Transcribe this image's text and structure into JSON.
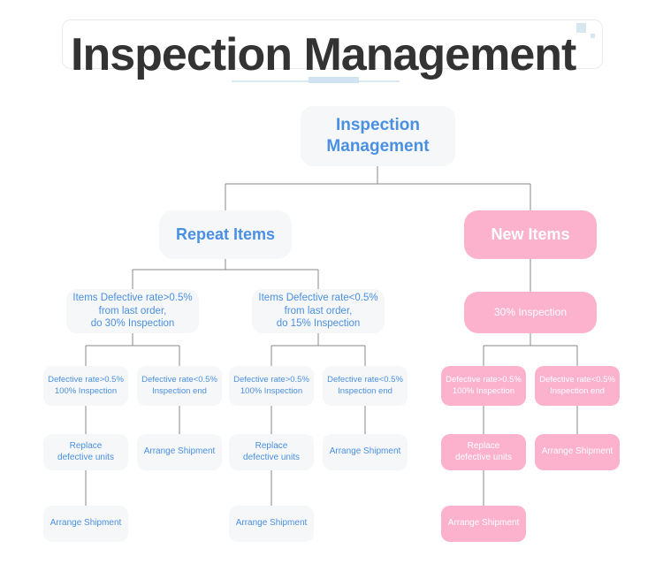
{
  "header": {
    "title": "Inspection Management",
    "decor": {
      "square_large": "decor-square",
      "square_small": "decor-square",
      "accent_color": "#d6e7f0"
    }
  },
  "theme": {
    "blue_node_bg": "#f6f7f8",
    "blue_node_text": "#4a90e2",
    "pink_node_bg": "#fcb1cc",
    "pink_node_text": "#ffffff",
    "connector_color": "#888888",
    "page_bg": "#ffffff"
  },
  "diagram": {
    "root": {
      "label": "Inspection\nManagement",
      "style": "blue"
    },
    "branches": [
      {
        "id": "repeat-items",
        "label": "Repeat Items",
        "style": "blue",
        "children": [
          {
            "id": "repeat-high-rate",
            "label": "Items Defective rate>0.5%\nfrom last order,\ndo 30% Inspection",
            "style": "blue",
            "children": [
              {
                "id": "repeat-high-defective-gt",
                "label": "Defective rate>0.5%\n100% Inspection",
                "style": "blue",
                "children": [
                  {
                    "id": "repeat-high-replace",
                    "label": "Replace\ndefective units",
                    "style": "blue",
                    "children": [
                      {
                        "id": "repeat-high-arrange",
                        "label": "Arrange Shipment",
                        "style": "blue"
                      }
                    ]
                  }
                ]
              },
              {
                "id": "repeat-high-defective-lt",
                "label": "Defective rate<0.5%\nInspection end",
                "style": "blue",
                "children": [
                  {
                    "id": "repeat-high-arrange-2",
                    "label": "Arrange Shipment",
                    "style": "blue"
                  }
                ]
              }
            ]
          },
          {
            "id": "repeat-low-rate",
            "label": "Items Defective rate<0.5%\nfrom last order,\ndo 15% Inspection",
            "style": "blue",
            "children": [
              {
                "id": "repeat-low-defective-gt",
                "label": "Defective rate>0.5%\n100% Inspection",
                "style": "blue",
                "children": [
                  {
                    "id": "repeat-low-replace",
                    "label": "Replace\ndefective units",
                    "style": "blue",
                    "children": [
                      {
                        "id": "repeat-low-arrange",
                        "label": "Arrange Shipment",
                        "style": "blue"
                      }
                    ]
                  }
                ]
              },
              {
                "id": "repeat-low-defective-lt",
                "label": "Defective rate<0.5%\nInspection end",
                "style": "blue",
                "children": [
                  {
                    "id": "repeat-low-arrange-2",
                    "label": "Arrange Shipment",
                    "style": "blue"
                  }
                ]
              }
            ]
          }
        ]
      },
      {
        "id": "new-items",
        "label": "New Items",
        "style": "pink",
        "children": [
          {
            "id": "new-30-inspection",
            "label": "30% Inspection",
            "style": "pink",
            "children": [
              {
                "id": "new-defective-gt",
                "label": "Defective rate>0.5%\n100% Inspection",
                "style": "pink",
                "children": [
                  {
                    "id": "new-replace",
                    "label": "Replace\ndefective units",
                    "style": "pink",
                    "children": [
                      {
                        "id": "new-arrange",
                        "label": "Arrange Shipment",
                        "style": "pink"
                      }
                    ]
                  }
                ]
              },
              {
                "id": "new-defective-lt",
                "label": "Defective rate<0.5%\nInspection end",
                "style": "pink",
                "children": [
                  {
                    "id": "new-arrange-2",
                    "label": "Arrange Shipment",
                    "style": "pink"
                  }
                ]
              }
            ]
          }
        ]
      }
    ],
    "nodes": {
      "root": "Inspection\nManagement",
      "repeat_items": "Repeat Items",
      "new_items": "New Items",
      "repeat_high": "Items Defective rate>0.5%\nfrom last order,\ndo 30% Inspection",
      "repeat_low": "Items Defective rate<0.5%\nfrom last order,\ndo 15% Inspection",
      "new_30": "30% Inspection",
      "l4_a": "Defective rate>0.5%\n100% Inspection",
      "l4_b": "Defective rate<0.5%\nInspection end",
      "l4_c": "Defective rate>0.5%\n100% Inspection",
      "l4_d": "Defective rate<0.5%\nInspection end",
      "l4_e": "Defective rate>0.5%\n100% Inspection",
      "l4_f": "Defective rate<0.5%\nInspection end",
      "l5_a": "Replace\ndefective units",
      "l5_b": "Arrange Shipment",
      "l5_c": "Replace\ndefective units",
      "l5_d": "Arrange Shipment",
      "l5_e": "Replace\ndefective units",
      "l5_f": "Arrange Shipment",
      "l6_a": "Arrange Shipment",
      "l6_c": "Arrange Shipment",
      "l6_e": "Arrange Shipment"
    }
  }
}
